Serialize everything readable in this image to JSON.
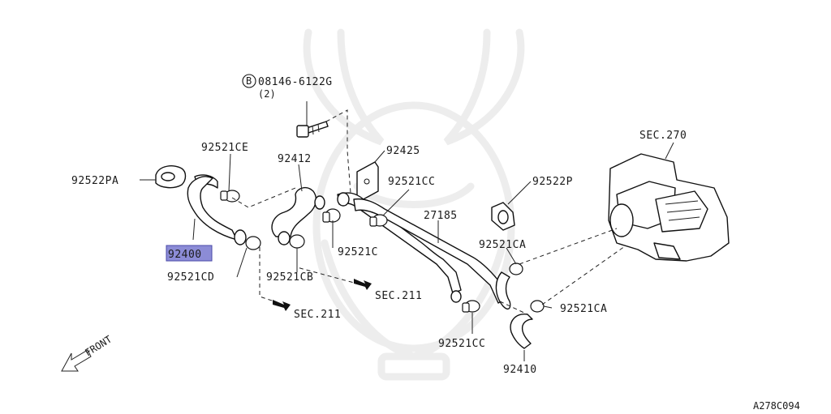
{
  "bolt": {
    "code": "08146-6122G",
    "qty": "(2)",
    "symbol": "B"
  },
  "labels": {
    "p92522PA": "92522PA",
    "p92521CE": "92521CE",
    "p92412": "92412",
    "p92425": "92425",
    "p92521CC_top": "92521CC",
    "p92522P": "92522P",
    "sec270": "SEC.270",
    "p27185": "27185",
    "p92400": "92400",
    "p92521C": "92521C",
    "p92521CA_top": "92521CA",
    "p92521CD": "92521CD",
    "p92521CB": "92521CB",
    "sec211_a": "SEC.211",
    "sec211_b": "SEC.211",
    "p92521CA_bottom": "92521CA",
    "p92521CC_bottom": "92521CC",
    "p92410": "92410",
    "front": "FRONT",
    "diagram_id": "A278C094"
  }
}
